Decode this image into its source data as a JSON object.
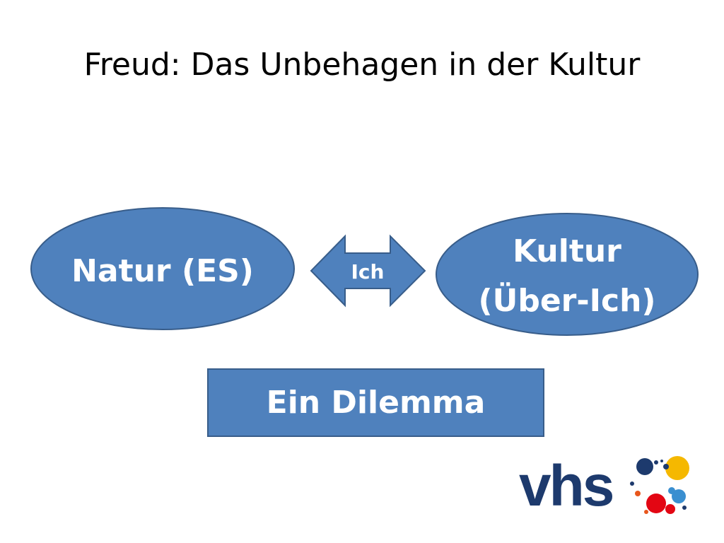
{
  "slide": {
    "title": "Freud: Das Unbehagen in der Kultur"
  },
  "diagram": {
    "left_ellipse": {
      "label": "Natur (ES)"
    },
    "right_ellipse": {
      "line1": "Kultur",
      "line2": "(Über-Ich)"
    },
    "arrow": {
      "label": "Ich"
    },
    "box": {
      "label": "Ein Dilemma"
    }
  },
  "colors": {
    "shape_fill": "#4f81bd",
    "shape_stroke": "#385d8a",
    "text": "#ffffff"
  },
  "logo": {
    "text": "vhs",
    "text_color": "#1d3a6d",
    "dot_colors": [
      "#1d3a6d",
      "#f5b800",
      "#e30613",
      "#3a8fd0",
      "#e8571c"
    ]
  }
}
